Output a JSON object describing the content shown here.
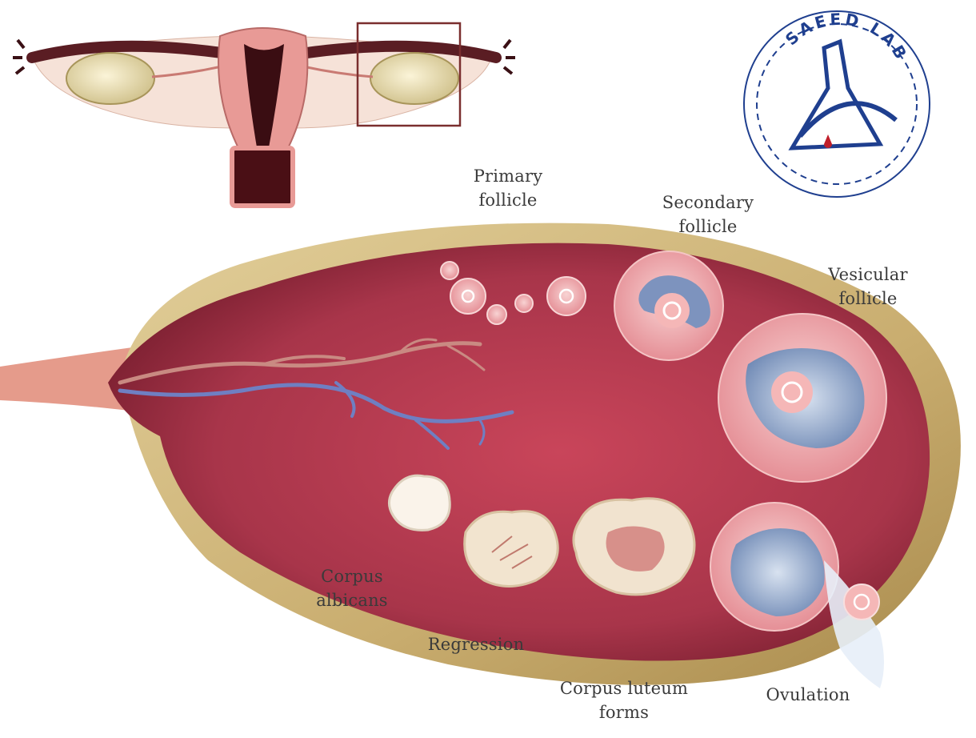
{
  "labels": {
    "primary_follicle": [
      "Primary",
      "follicle"
    ],
    "secondary_follicle": [
      "Secondary",
      "follicle"
    ],
    "vesicular_follicle": [
      "Vesicular",
      "follicle"
    ],
    "corpus_albicans": [
      "Corpus",
      "albicans"
    ],
    "regression": "Regression",
    "corpus_luteum": [
      "Corpus luteum",
      "forms"
    ],
    "ovulation": "Ovulation"
  },
  "logo": {
    "text": "SAEED LAB"
  },
  "colors": {
    "ovary_outer": "#c9ad6f",
    "ovary_inner": "#a8354a",
    "follicle_pink": "#f3b9b9",
    "antrum_blue": "#8fa6c8",
    "uterus_pink": "#e89a96",
    "logo_blue": "#1f3f8f"
  }
}
